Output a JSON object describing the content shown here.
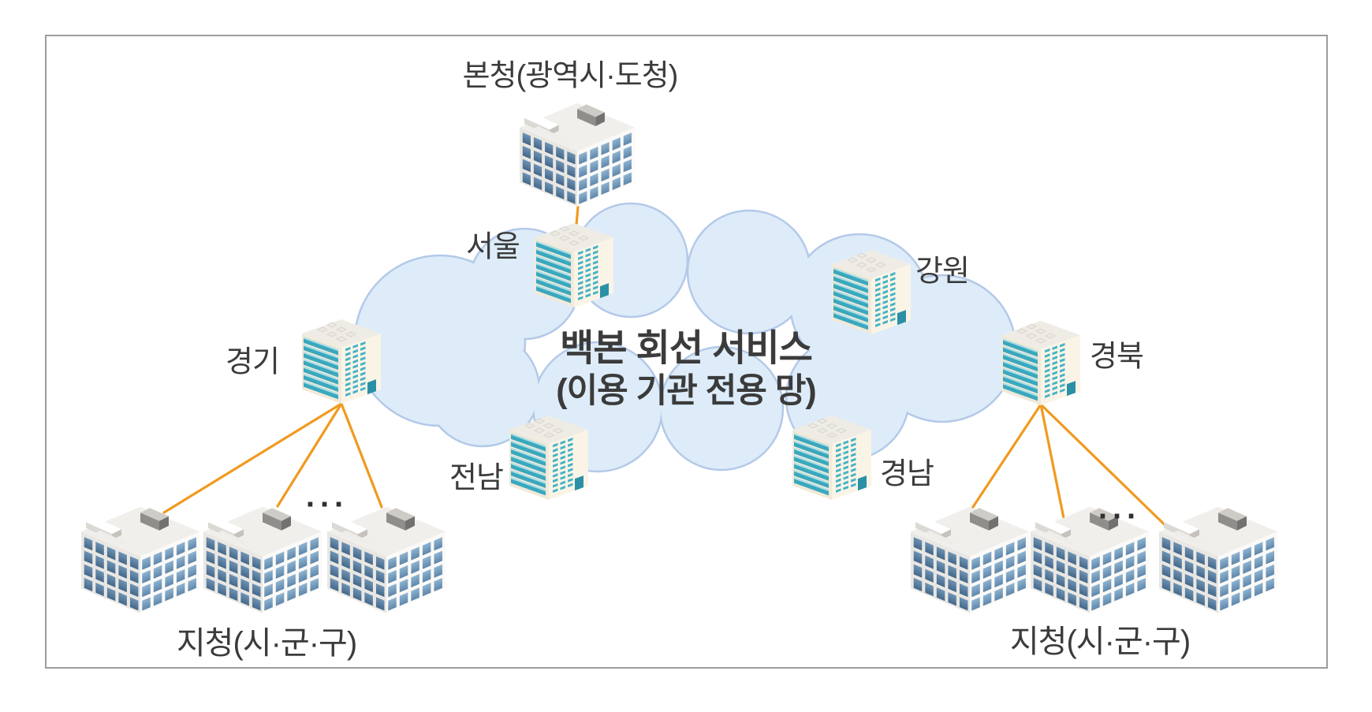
{
  "diagram": {
    "hq": {
      "label": "본청(광역시·도청)"
    },
    "cloud": {
      "title": "백본 회선 서비스",
      "subtitle": "(이용 기관 전용 망)"
    },
    "regions": {
      "seoul": {
        "label": "서울"
      },
      "gangwon": {
        "label": "강원"
      },
      "gyeonggi": {
        "label": "경기"
      },
      "gyeongbuk": {
        "label": "경북"
      },
      "jeonnam": {
        "label": "전남"
      },
      "gyeongnam": {
        "label": "경남"
      }
    },
    "branches": {
      "left": {
        "label": "지청(시·군·구)",
        "ellipsis": "..."
      },
      "right": {
        "label": "지청(시·군·구)",
        "ellipsis": "..."
      }
    },
    "colors": {
      "connector_orange": "#F09A20",
      "cloud_fill": "#DDECF8",
      "cloud_stroke": "#B4C9E9",
      "frame_gray": "#9D9D9D",
      "text": "#3B3B3B",
      "steel_window": "#5E85A8",
      "teal_window": "#3AA8BE"
    }
  }
}
